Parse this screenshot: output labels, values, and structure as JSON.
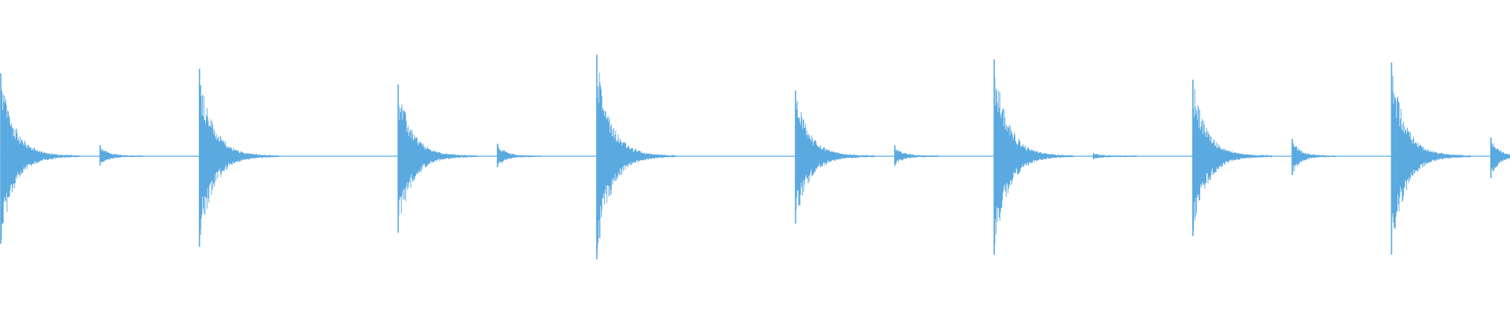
{
  "waveform": {
    "color": "#5aa9e0",
    "background": "#ffffff",
    "duration_beats": 15,
    "hits": [
      {
        "beat": 0,
        "peak_top": 0.53,
        "peak_bottom": 0.56,
        "decay": "long"
      },
      {
        "beat": 1,
        "peak_top": 0.07,
        "peak_bottom": 0.06,
        "decay": "short"
      },
      {
        "beat": 2,
        "peak_top": 0.56,
        "peak_bottom": 0.58,
        "decay": "long"
      },
      {
        "beat": 3,
        "peak_top": 0.0,
        "peak_bottom": 0.0,
        "decay": "none"
      },
      {
        "beat": 4,
        "peak_top": 0.46,
        "peak_bottom": 0.49,
        "decay": "long"
      },
      {
        "beat": 5,
        "peak_top": 0.08,
        "peak_bottom": 0.07,
        "decay": "short"
      },
      {
        "beat": 6,
        "peak_top": 0.65,
        "peak_bottom": 0.66,
        "decay": "long"
      },
      {
        "beat": 7,
        "peak_top": 0.0,
        "peak_bottom": 0.0,
        "decay": "none"
      },
      {
        "beat": 8,
        "peak_top": 0.42,
        "peak_bottom": 0.43,
        "decay": "long"
      },
      {
        "beat": 9,
        "peak_top": 0.07,
        "peak_bottom": 0.06,
        "decay": "short"
      },
      {
        "beat": 10,
        "peak_top": 0.62,
        "peak_bottom": 0.63,
        "decay": "long"
      },
      {
        "beat": 11,
        "peak_top": 0.02,
        "peak_bottom": 0.02,
        "decay": "short"
      },
      {
        "beat": 12,
        "peak_top": 0.49,
        "peak_bottom": 0.51,
        "decay": "long"
      },
      {
        "beat": 13,
        "peak_top": 0.11,
        "peak_bottom": 0.12,
        "decay": "short"
      },
      {
        "beat": 14,
        "peak_top": 0.6,
        "peak_bottom": 0.63,
        "decay": "long"
      },
      {
        "beat": 15,
        "peak_top": 0.12,
        "peak_bottom": 0.14,
        "decay": "short"
      }
    ]
  }
}
